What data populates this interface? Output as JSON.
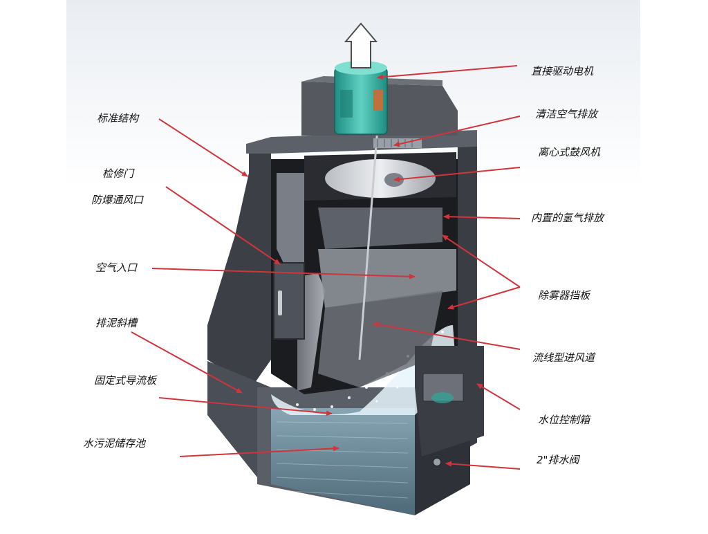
{
  "labels_left": [
    "标准结构",
    "检修门",
    "防爆通风口",
    "空气入口",
    "排泥斜槽",
    "固定式导流板",
    "水污泥储存池"
  ],
  "labels_right": [
    "直接驱动电机",
    "清洁空气排放",
    "离心式鼓风机",
    "内置的氢气排放",
    "除雾器挡板",
    "流线型进风道",
    "水位控制箱",
    "2\"排水阀"
  ],
  "colors": {
    "arrow": "#d0343c",
    "steel_dark": "#3c3f46",
    "steel_mid": "#5c6068",
    "steel_light": "#8a8e96",
    "interior": "#1b1c20",
    "water": "#6f8e9e",
    "motor": "#2fa79a",
    "spray": "#e6f4fb"
  },
  "icons": [
    "up-arrow-outline-icon",
    "motor-icon",
    "fan-icon",
    "door-handle-icon",
    "valve-icon"
  ]
}
